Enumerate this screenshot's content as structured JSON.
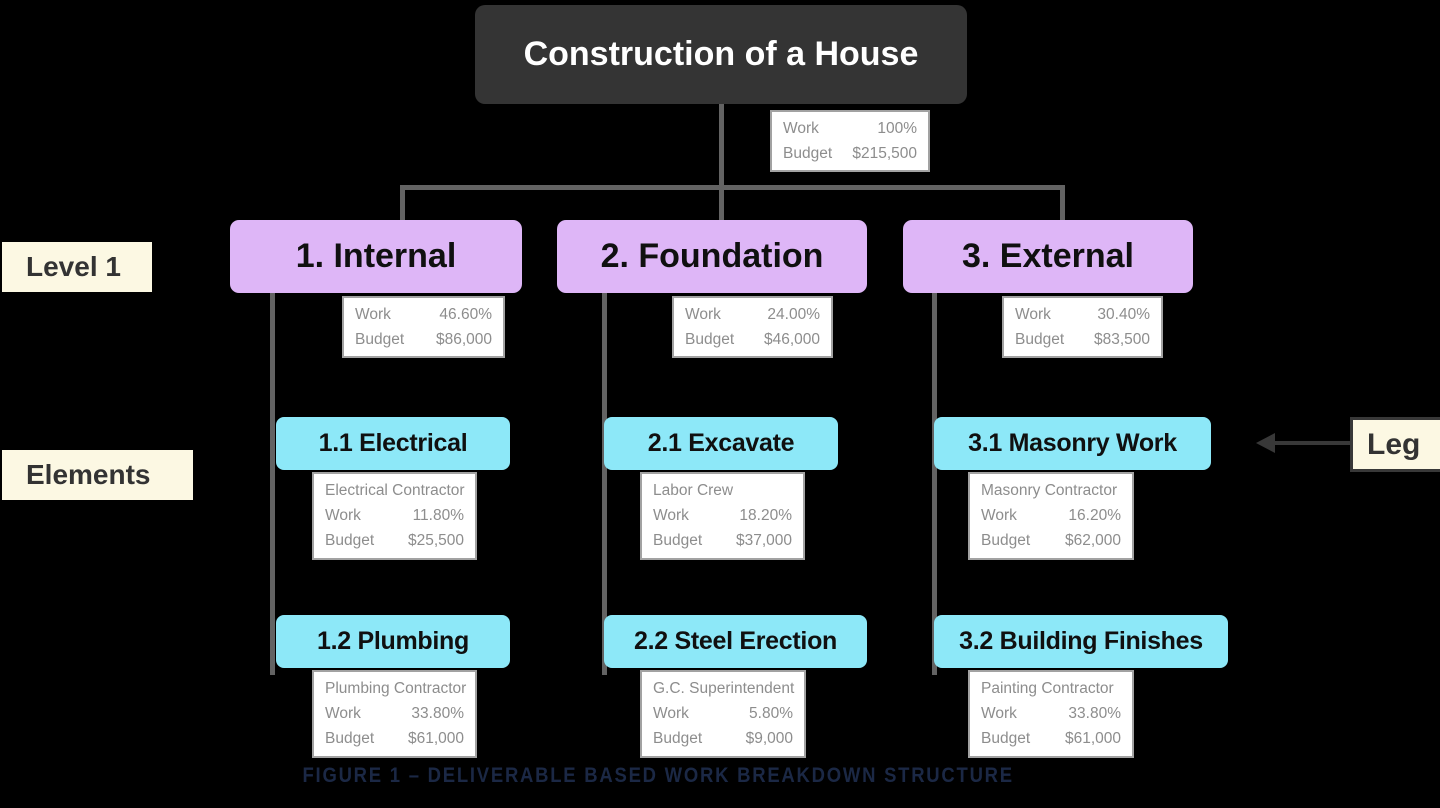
{
  "labels": {
    "work": "Work",
    "budget": "Budget"
  },
  "root": {
    "title": "Construction of a House",
    "work": "100%",
    "budget": "$215,500"
  },
  "branches": [
    {
      "title": "1. Internal",
      "work": "46.60%",
      "budget": "$86,000",
      "children": [
        {
          "title": "1.1 Electrical",
          "resource": "Electrical Contractor",
          "work": "11.80%",
          "budget": "$25,500"
        },
        {
          "title": "1.2 Plumbing",
          "resource": "Plumbing Contractor",
          "work": "33.80%",
          "budget": "$61,000"
        }
      ]
    },
    {
      "title": "2. Foundation",
      "work": "24.00%",
      "budget": "$46,000",
      "children": [
        {
          "title": "2.1 Excavate",
          "resource": "Labor Crew",
          "work": "18.20%",
          "budget": "$37,000"
        },
        {
          "title": "2.2 Steel Erection",
          "resource": "G.C. Superintendent",
          "work": "5.80%",
          "budget": "$9,000"
        }
      ]
    },
    {
      "title": "3. External",
      "work": "30.40%",
      "budget": "$83,500",
      "children": [
        {
          "title": "3.1 Masonry Work",
          "resource": "Masonry Contractor",
          "work": "16.20%",
          "budget": "$62,000"
        },
        {
          "title": "3.2 Building Finishes",
          "resource": "Painting Contractor",
          "work": "33.80%",
          "budget": "$61,000"
        }
      ]
    }
  ],
  "tags": {
    "level1": "Level 1",
    "elements": "Elements"
  },
  "legend": {
    "label": "Leg"
  },
  "caption": "FIGURE 1 – DELIVERABLE BASED WORK BREAKDOWN STRUCTURE",
  "colors": {
    "background": "#000000",
    "root_fill": "#343434",
    "root_text": "#ffffff",
    "level1_fill": "#deb6f7",
    "element_fill": "#8de8f8",
    "tag_fill": "#fcf8e3",
    "connector": "#636363",
    "legend_border": "#383838",
    "info_border": "#a2a2a2",
    "info_text": "#8d8d8d",
    "caption_text": "#1b2845"
  }
}
